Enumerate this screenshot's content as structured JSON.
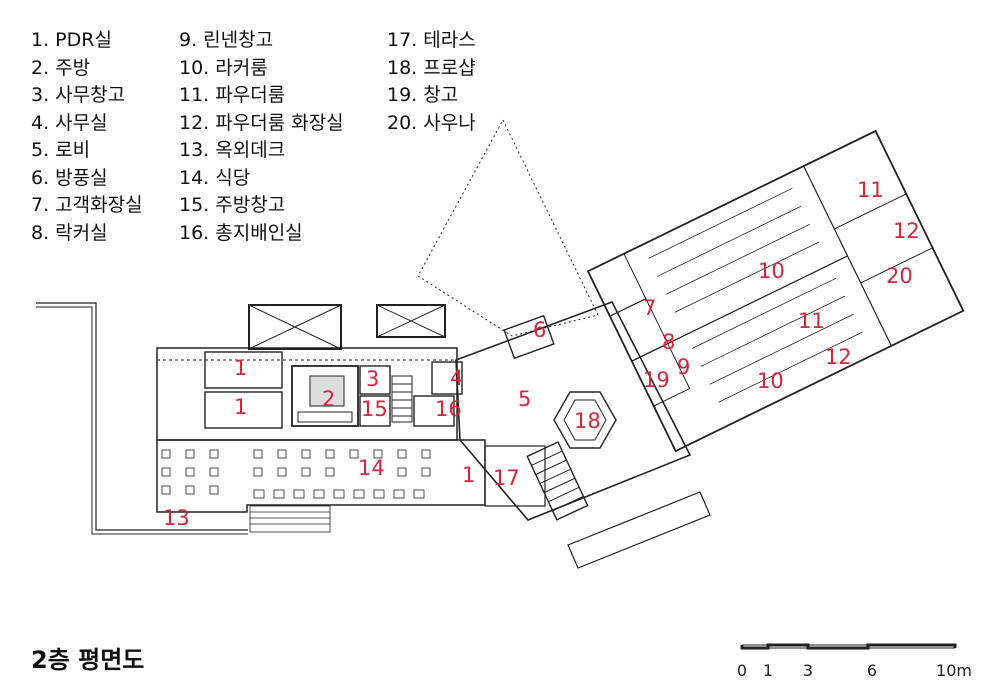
{
  "legend": {
    "col1": [
      "1. PDR실",
      "2. 주방",
      "3. 사무창고",
      "4. 사무실",
      "5. 로비",
      "6. 방풍실",
      "7. 고객화장실",
      "8. 락커실"
    ],
    "col2": [
      "9. 린넨창고",
      "10. 라커룸",
      "11. 파우더룸",
      "12. 파우더룸 화장실",
      "13. 옥외데크",
      "14. 식당",
      "15. 주방창고",
      "16. 총지배인실"
    ],
    "col3": [
      "17. 테라스",
      "18. 프로샵",
      "19. 창고",
      "20. 사우나"
    ]
  },
  "room_labels": [
    {
      "text": "1"
    },
    {
      "text": "1"
    },
    {
      "text": "2"
    },
    {
      "text": "3"
    },
    {
      "text": "4"
    },
    {
      "text": "5"
    },
    {
      "text": "6"
    },
    {
      "text": "7"
    },
    {
      "text": "8"
    },
    {
      "text": "9"
    },
    {
      "text": "10"
    },
    {
      "text": "10"
    },
    {
      "text": "11"
    },
    {
      "text": "11"
    },
    {
      "text": "12"
    },
    {
      "text": "12"
    },
    {
      "text": "13"
    },
    {
      "text": "14"
    },
    {
      "text": "15"
    },
    {
      "text": "16"
    },
    {
      "text": "1"
    },
    {
      "text": "17"
    },
    {
      "text": "18"
    },
    {
      "text": "19"
    },
    {
      "text": "20"
    }
  ],
  "title": "2층 평면도",
  "scale_bar": {
    "ticks": [
      "0",
      "1",
      "3",
      "6",
      "10m"
    ]
  },
  "colors": {
    "room_label": "#d6263a",
    "lines": "#222222"
  }
}
